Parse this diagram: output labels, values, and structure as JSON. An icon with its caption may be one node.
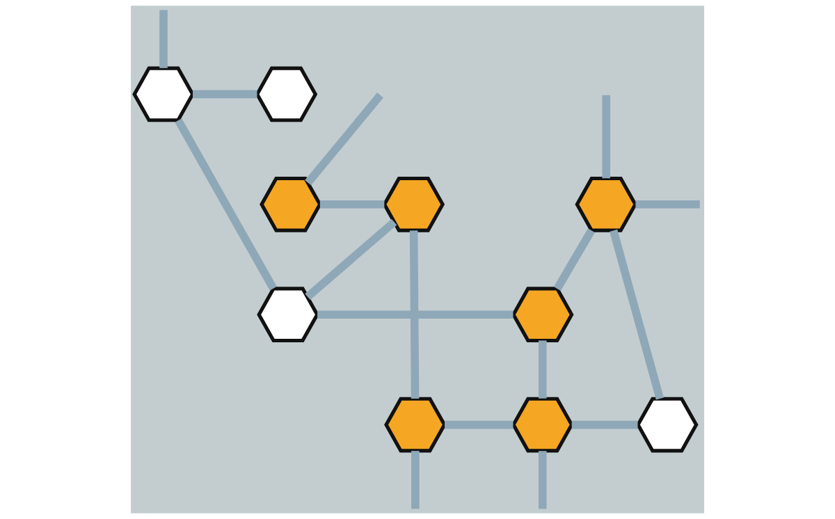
{
  "diagram": {
    "nodes": [
      {
        "text": [],
        "shape": "hexagon"
      },
      {
        "text": [],
        "shape": "hexagon"
      },
      {
        "text": [],
        "shape": "hexagon"
      },
      {
        "text": [],
        "shape": "hexagon"
      },
      {
        "text": [],
        "shape": "hexagon"
      },
      {
        "text": [],
        "shape": "hexagon"
      },
      {
        "text": [],
        "shape": "hexagon"
      },
      {
        "text": [],
        "shape": "hexagon"
      },
      {
        "text": [],
        "shape": "hexagon"
      },
      {
        "text": [],
        "shape": "hexagon"
      }
    ],
    "edges": [
      {
        "from": null,
        "to": 0,
        "arrow": "none"
      },
      {
        "from": 0,
        "to": 1,
        "arrow": "none"
      },
      {
        "from": 0,
        "to": 5,
        "arrow": "none"
      },
      {
        "from": null,
        "to": 2,
        "arrow": "none"
      },
      {
        "from": 2,
        "to": 3,
        "arrow": "none"
      },
      {
        "from": 3,
        "to": 5,
        "arrow": "none"
      },
      {
        "from": 3,
        "to": 7,
        "arrow": "none"
      },
      {
        "from": null,
        "to": 4,
        "arrow": "none"
      },
      {
        "from": 4,
        "to": null,
        "arrow": "none"
      },
      {
        "from": 4,
        "to": 6,
        "arrow": "none"
      },
      {
        "from": 4,
        "to": 9,
        "arrow": "none"
      },
      {
        "from": 5,
        "to": 6,
        "arrow": "none"
      },
      {
        "from": 6,
        "to": 8,
        "arrow": "none"
      },
      {
        "from": 7,
        "to": 8,
        "arrow": "none"
      },
      {
        "from": 8,
        "to": 9,
        "arrow": "none"
      },
      {
        "from": 7,
        "to": null,
        "arrow": "none"
      },
      {
        "from": 8,
        "to": null,
        "arrow": "none"
      }
    ]
  }
}
